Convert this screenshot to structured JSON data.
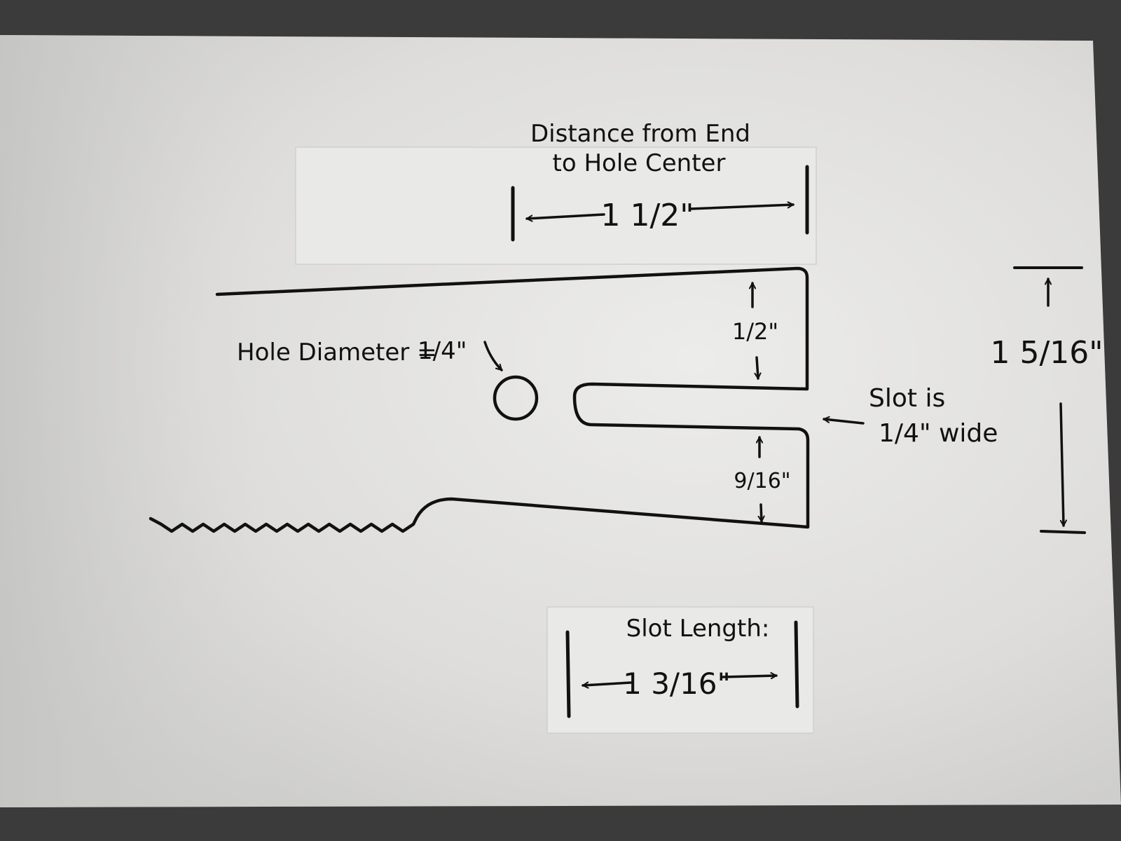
{
  "labels": {
    "distance_line1": "Distance from End",
    "distance_line2": "to Hole Center",
    "distance_value": "1 1/2\"",
    "hole_label": "Hole Diameter =",
    "hole_value": "1/4\"",
    "top_width": "1/2\"",
    "bottom_width": "9/16\"",
    "slot_line1": "Slot is",
    "slot_line2": "1/4\" wide",
    "overall_height": "1 5/16\"",
    "slot_length_label": "Slot Length:",
    "slot_length_value": "1 3/16\""
  },
  "colors": {
    "ink": "#111111",
    "paper": "#e4e4e2",
    "background": "#3a3b3a"
  }
}
